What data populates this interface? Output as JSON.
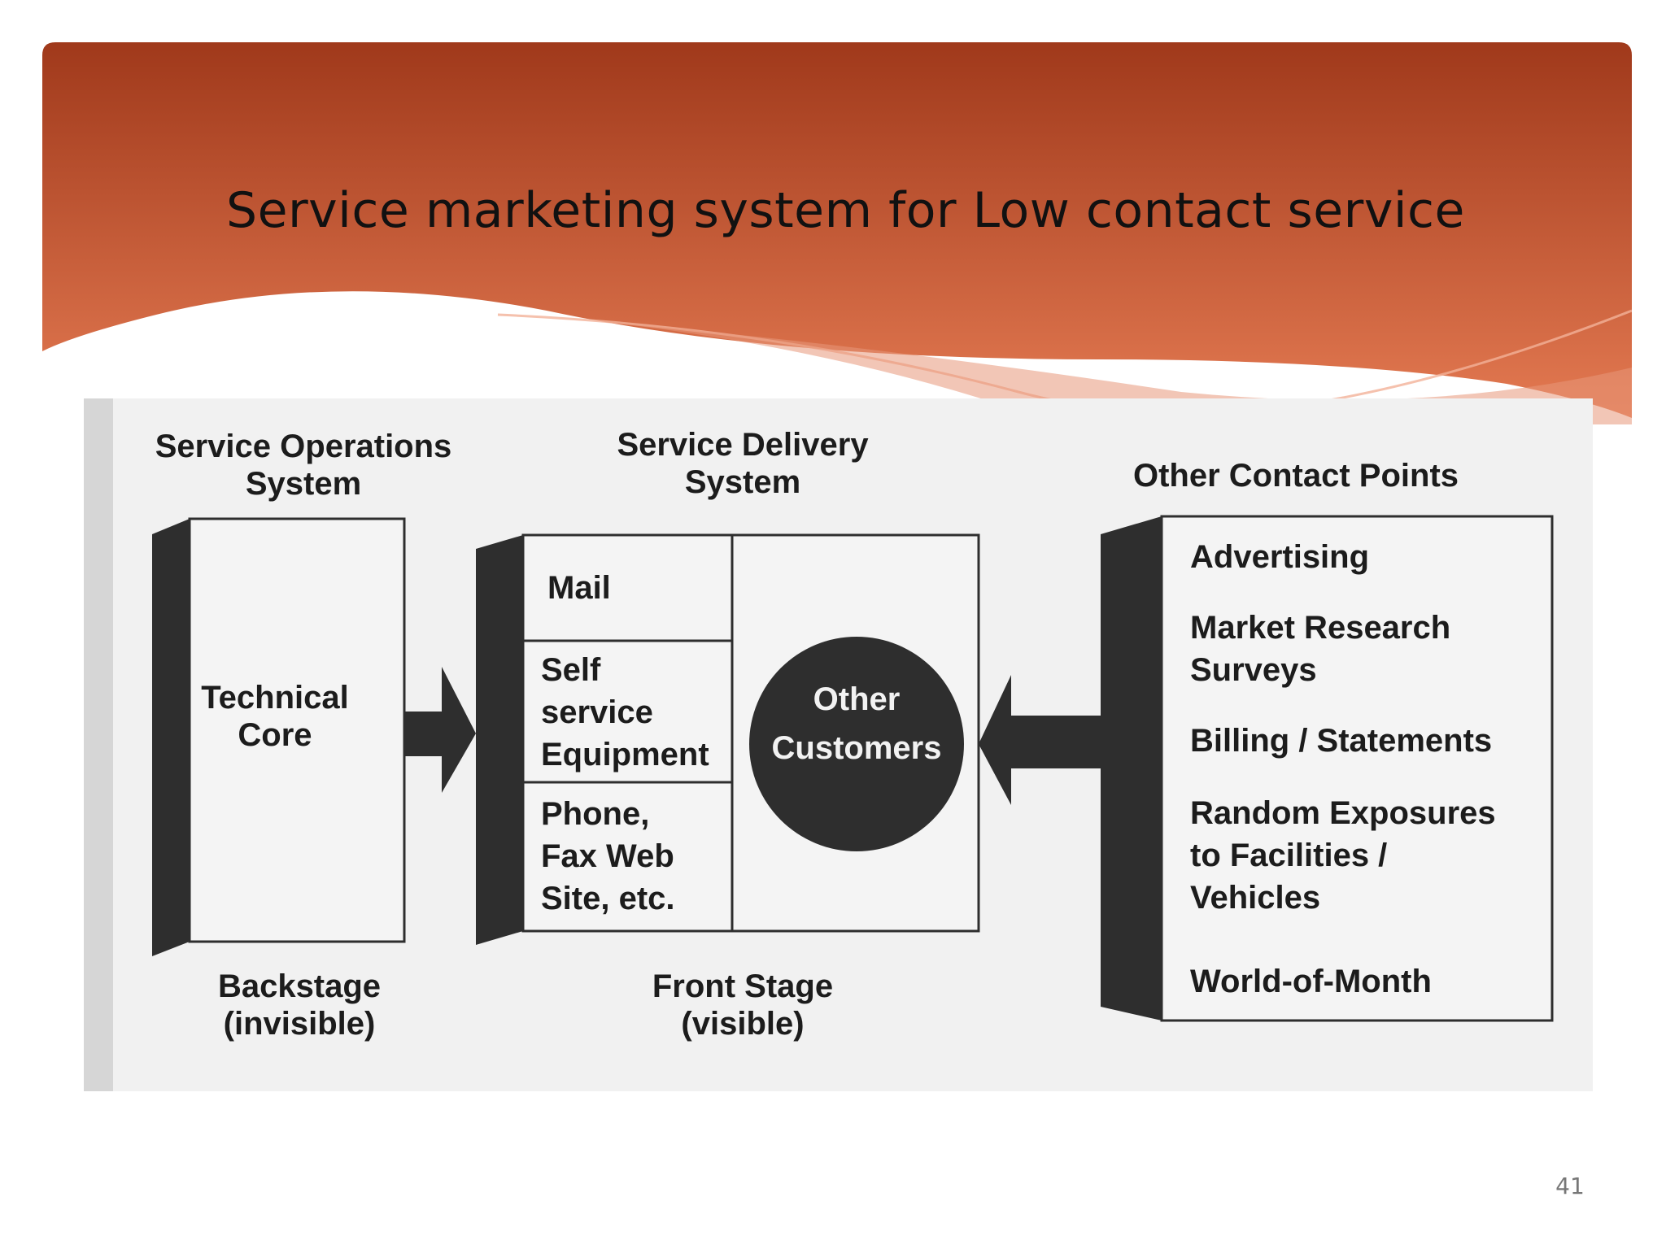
{
  "slide": {
    "title": "Service marketing system for Low contact service",
    "page_number": "41"
  },
  "diagram": {
    "operations": {
      "heading_line1": "Service Operations",
      "heading_line2": "System",
      "core_line1": "Technical",
      "core_line2": "Core",
      "footer_line1": "Backstage",
      "footer_line2": "(invisible)"
    },
    "delivery": {
      "heading_line1": "Service Delivery",
      "heading_line2": "System",
      "channels": [
        {
          "lines": [
            "Mail"
          ]
        },
        {
          "lines": [
            "Self",
            "service",
            "Equipment"
          ]
        },
        {
          "lines": [
            "Phone,",
            "Fax Web",
            "Site, etc."
          ]
        }
      ],
      "circle_line1": "Other",
      "circle_line2": "Customers",
      "footer_line1": "Front Stage",
      "footer_line2": "(visible)"
    },
    "contact_points": {
      "heading": "Other Contact Points",
      "items": [
        {
          "lines": [
            "Advertising"
          ]
        },
        {
          "lines": [
            "Market Research",
            "Surveys"
          ]
        },
        {
          "lines": [
            "Billing / Statements"
          ]
        },
        {
          "lines": [
            "Random Exposures",
            "to Facilities /",
            "Vehicles"
          ]
        },
        {
          "lines": [
            "World-of-Month"
          ]
        }
      ]
    }
  },
  "colors": {
    "header_dark": "#a0391b",
    "header_light": "#e47a52",
    "diagram_dark": "#2e2e2e",
    "diagram_paper": "#f1f1f1"
  }
}
